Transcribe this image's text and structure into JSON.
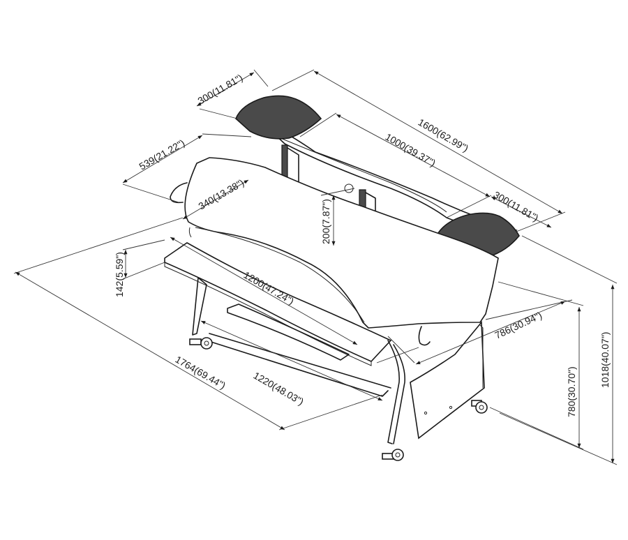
{
  "dimensions": {
    "top_width": "1600(62.99\")",
    "shelf_inner": "1000(39.37\")",
    "wing_left": "300(11.81\")",
    "wing_right": "300(11.81\")",
    "riser_height": "200(7.87\")",
    "top_depth": "539(21.22\")",
    "desk_offset": "340(13.38\")",
    "tray_height": "142(5.59\")",
    "tray_width": "1200(47.24\")",
    "overall_width": "1764(69.44\")",
    "base_width": "1220(48.03\")",
    "overall_depth": "786(30.94\")",
    "desk_height": "780(30.70\")",
    "overall_height": "1018(40.07\")"
  }
}
